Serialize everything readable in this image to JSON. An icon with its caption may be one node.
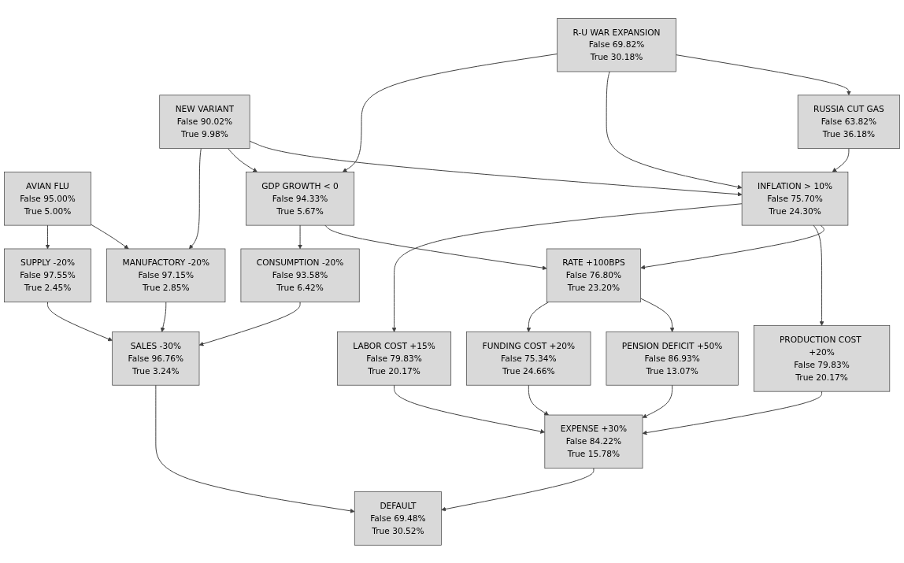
{
  "diagram": {
    "nodes": [
      {
        "text": [
          "R-U WAR EXPANSION",
          "False",
          "69.82%",
          "True",
          "30.18%"
        ]
      },
      {
        "text": [
          "RUSSIA CUT GAS",
          "False",
          "63.82%",
          "True",
          "36.18%"
        ]
      },
      {
        "text": [
          "NEW VARIANT",
          "False",
          "90.02%",
          "True",
          "9.98%"
        ]
      },
      {
        "text": [
          "INFLATION > 10%",
          "False",
          "75.70%",
          "True",
          "24.30%"
        ]
      },
      {
        "text": [
          "GDP GROWTH < 0",
          "False",
          "94.33%",
          "True",
          "5.67%"
        ]
      },
      {
        "text": [
          "AVIAN FLU",
          "False",
          "95.00%",
          "True",
          "5.00%"
        ]
      },
      {
        "text": [
          "RATE +100BPS",
          "False",
          "76.80%",
          "True",
          "23.20%"
        ]
      },
      {
        "text": [
          "CONSUMPTION -20%",
          "False",
          "93.58%",
          "True",
          "6.42%"
        ]
      },
      {
        "text": [
          "MANUFACTORY -20%",
          "False",
          "97.15%",
          "True",
          "2.85%"
        ]
      },
      {
        "text": [
          "SUPPLY -20%",
          "False",
          "97.55%",
          "True",
          "2.45%"
        ]
      },
      {
        "text": [
          "PRODUCTION COST +20%",
          "False",
          "79.83%",
          "True",
          "20.17%"
        ]
      },
      {
        "text": [
          "LABOR COST +15%",
          "False",
          "79.83%",
          "True",
          "20.17%"
        ]
      },
      {
        "text": [
          "PENSION DEFICIT +50%",
          "False",
          "86.93%",
          "True",
          "13.07%"
        ]
      },
      {
        "text": [
          "FUNDING COST +20%",
          "False",
          "75.34%",
          "True",
          "24.66%"
        ]
      },
      {
        "text": [
          "SALES -30%",
          "False",
          "96.76%",
          "True",
          "3.24%"
        ]
      },
      {
        "text": [
          "EXPENSE +30%",
          "False",
          "84.22%",
          "True",
          "15.78%"
        ]
      },
      {
        "text": [
          "DEFAULT",
          "False",
          "69.48%",
          "True",
          "30.52%"
        ]
      }
    ],
    "edges": [
      {
        "from": 0,
        "to": 1,
        "arrow": "to"
      },
      {
        "from": 0,
        "to": 3,
        "arrow": "to"
      },
      {
        "from": 0,
        "to": 4,
        "arrow": "to"
      },
      {
        "from": 1,
        "to": 3,
        "arrow": "to"
      },
      {
        "from": 2,
        "to": 3,
        "arrow": "to"
      },
      {
        "from": 2,
        "to": 4,
        "arrow": "to"
      },
      {
        "from": 2,
        "to": 8,
        "arrow": "to"
      },
      {
        "from": 3,
        "to": 6,
        "arrow": "to"
      },
      {
        "from": 3,
        "to": 10,
        "arrow": "to"
      },
      {
        "from": 3,
        "to": 11,
        "arrow": "to"
      },
      {
        "from": 4,
        "to": 6,
        "arrow": "to"
      },
      {
        "from": 4,
        "to": 7,
        "arrow": "to"
      },
      {
        "from": 5,
        "to": 8,
        "arrow": "to"
      },
      {
        "from": 5,
        "to": 9,
        "arrow": "to"
      },
      {
        "from": 6,
        "to": 12,
        "arrow": "to"
      },
      {
        "from": 6,
        "to": 13,
        "arrow": "to"
      },
      {
        "from": 7,
        "to": 14,
        "arrow": "to"
      },
      {
        "from": 8,
        "to": 14,
        "arrow": "to"
      },
      {
        "from": 9,
        "to": 14,
        "arrow": "to"
      },
      {
        "from": 10,
        "to": 15,
        "arrow": "to"
      },
      {
        "from": 11,
        "to": 15,
        "arrow": "to"
      },
      {
        "from": 12,
        "to": 15,
        "arrow": "to"
      },
      {
        "from": 13,
        "to": 15,
        "arrow": "to"
      },
      {
        "from": 14,
        "to": 16,
        "arrow": "to"
      },
      {
        "from": 15,
        "to": 16,
        "arrow": "to"
      }
    ]
  }
}
